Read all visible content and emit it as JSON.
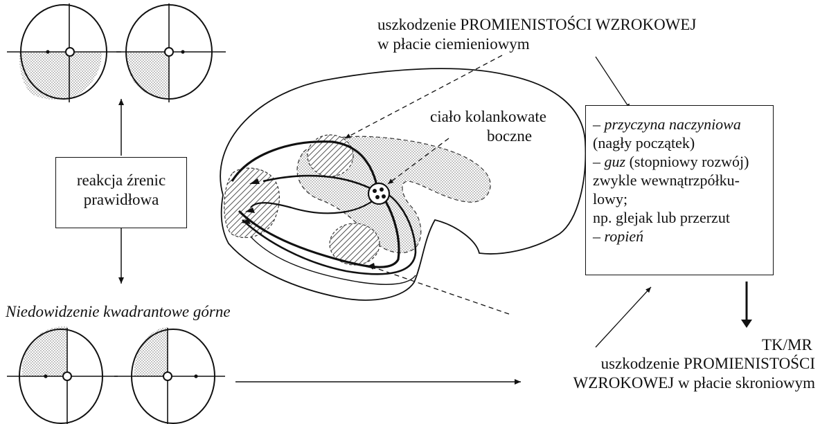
{
  "top_label": {
    "line1": "uszkodzenie PROMIENISTOŚCI WZROKOWEJ",
    "line2": "w płacie ciemieniowym"
  },
  "lgn_label": {
    "line1": "ciało kolankowate",
    "line2": "boczne"
  },
  "pupil_box": {
    "line1": "reakcja źrenic",
    "line2": "prawidłowa"
  },
  "quadrant_title": "Niedowidzenie kwadrantowe górne",
  "cause_box": {
    "lines": [
      {
        "dash": "– ",
        "main": "przyczyna naczyniowa",
        "italic": true,
        "rest": ""
      },
      {
        "dash": "",
        "main": "(nagły początek)",
        "italic": false,
        "rest": ""
      },
      {
        "dash": "– ",
        "main": "guz",
        "italic": true,
        "rest": " (stopniowy rozwój)"
      },
      {
        "dash": "",
        "main": "zwykle wewnątrzpółku-",
        "italic": false,
        "rest": ""
      },
      {
        "dash": "",
        "main": "lowy;",
        "italic": false,
        "rest": ""
      },
      {
        "dash": "",
        "main": "np. glejak lub przerzut",
        "italic": false,
        "rest": ""
      },
      {
        "dash": "– ",
        "main": "ropień",
        "italic": true,
        "rest": ""
      }
    ]
  },
  "imaging": "TK/MR",
  "temporal_label": {
    "line1": "uszkodzenie PROMIENISTOŚCI",
    "line2": "WZROKOWEJ w płacie skroniowym"
  }
}
